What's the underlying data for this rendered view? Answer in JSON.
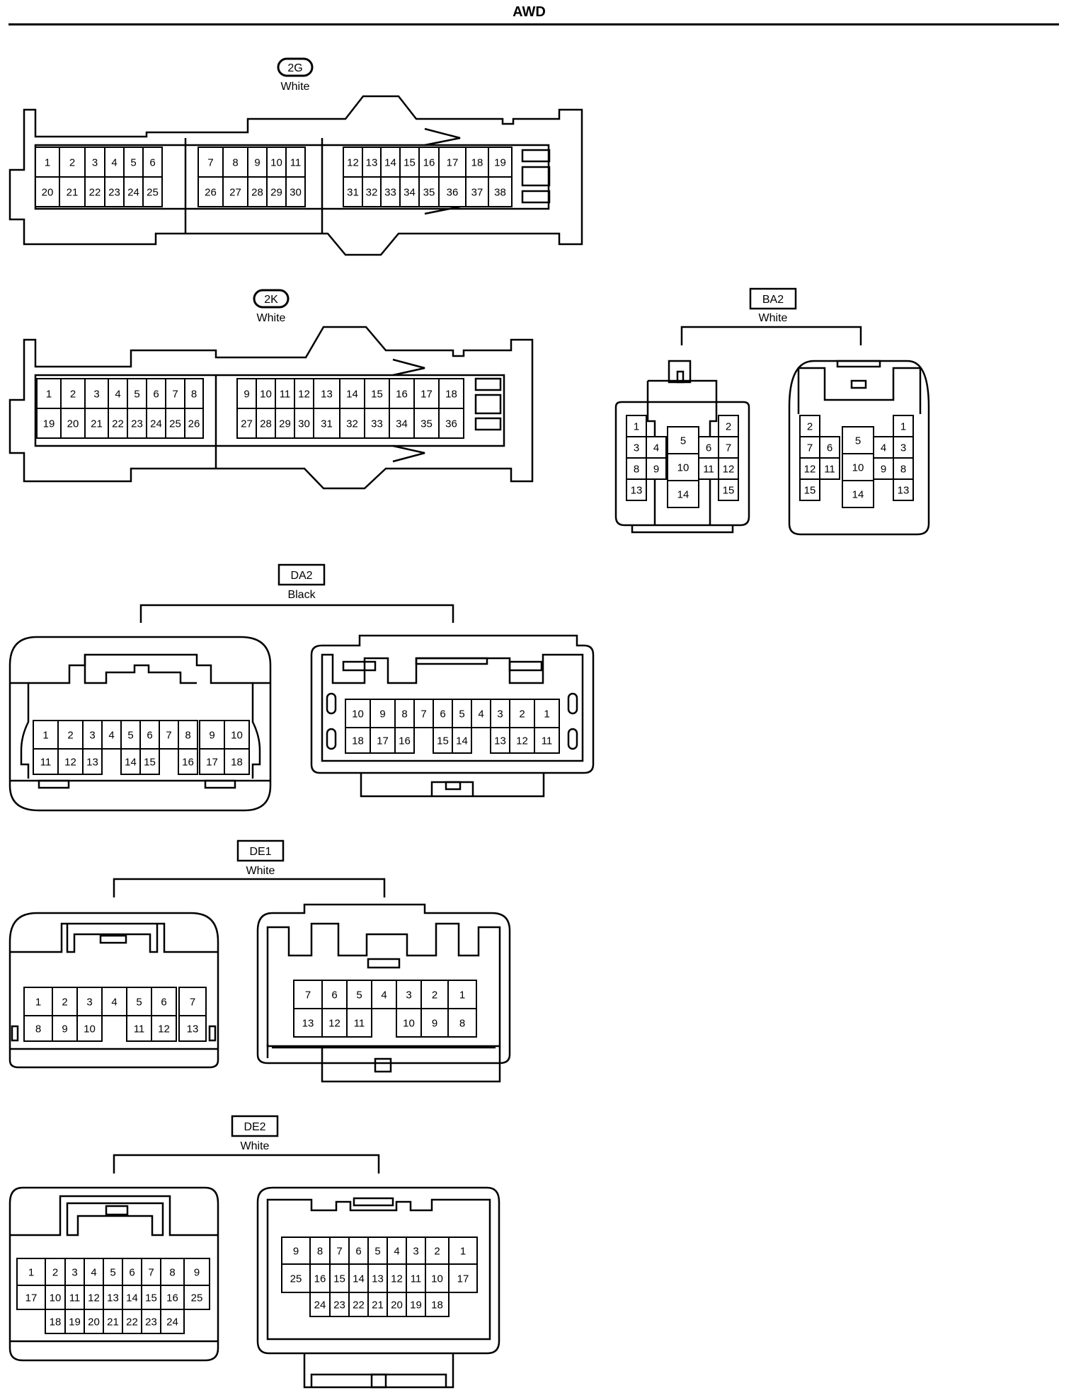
{
  "page": {
    "title": "AWD"
  },
  "connectors": {
    "c2g": {
      "id": "2G",
      "color": "White",
      "top_row": [
        "1",
        "2",
        "3",
        "4",
        "5",
        "6",
        "7",
        "8",
        "9",
        "10",
        "11",
        "12",
        "13",
        "14",
        "15",
        "16",
        "17",
        "18",
        "19"
      ],
      "bottom_row": [
        "20",
        "21",
        "22",
        "23",
        "24",
        "25",
        "26",
        "27",
        "28",
        "29",
        "30",
        "31",
        "32",
        "33",
        "34",
        "35",
        "36",
        "37",
        "38"
      ]
    },
    "c2k": {
      "id": "2K",
      "color": "White",
      "top_row": [
        "1",
        "2",
        "3",
        "4",
        "5",
        "6",
        "7",
        "8",
        "9",
        "10",
        "11",
        "12",
        "13",
        "14",
        "15",
        "16",
        "17",
        "18"
      ],
      "bottom_row": [
        "19",
        "20",
        "21",
        "22",
        "23",
        "24",
        "25",
        "26",
        "27",
        "28",
        "29",
        "30",
        "31",
        "32",
        "33",
        "34",
        "35",
        "36"
      ]
    },
    "ba2": {
      "id": "BA2",
      "color": "White",
      "left_pins": [
        "1",
        "2",
        "3",
        "4",
        "6",
        "7",
        "8",
        "9",
        "11",
        "12",
        "13",
        "15",
        "5",
        "10",
        "14"
      ],
      "right_pins": [
        "2",
        "1",
        "7",
        "6",
        "4",
        "3",
        "12",
        "11",
        "9",
        "8",
        "15",
        "13",
        "5",
        "10",
        "14"
      ]
    },
    "da2": {
      "id": "DA2",
      "color": "Black",
      "left_top": [
        "1",
        "2",
        "3",
        "4",
        "5",
        "6",
        "7",
        "8",
        "9",
        "10"
      ],
      "left_bottom": [
        "11",
        "12",
        "13",
        "14",
        "15",
        "16",
        "17",
        "18"
      ],
      "right_top": [
        "10",
        "9",
        "8",
        "7",
        "6",
        "5",
        "4",
        "3",
        "2",
        "1"
      ],
      "right_bottom": [
        "18",
        "17",
        "16",
        "15",
        "14",
        "13",
        "12",
        "11"
      ]
    },
    "de1": {
      "id": "DE1",
      "color": "White",
      "left_top": [
        "1",
        "2",
        "3",
        "4",
        "5",
        "6",
        "7"
      ],
      "left_bottom": [
        "8",
        "9",
        "10",
        "11",
        "12",
        "13"
      ],
      "right_top": [
        "7",
        "6",
        "5",
        "4",
        "3",
        "2",
        "1"
      ],
      "right_bottom": [
        "13",
        "12",
        "11",
        "10",
        "9",
        "8"
      ]
    },
    "de2": {
      "id": "DE2",
      "color": "White",
      "left_row1": [
        "1",
        "2",
        "3",
        "4",
        "5",
        "6",
        "7",
        "8",
        "9"
      ],
      "left_row2": [
        "17",
        "10",
        "11",
        "12",
        "13",
        "14",
        "15",
        "16",
        "25"
      ],
      "left_row3": [
        "18",
        "19",
        "20",
        "21",
        "22",
        "23",
        "24"
      ],
      "right_row1": [
        "9",
        "8",
        "7",
        "6",
        "5",
        "4",
        "3",
        "2",
        "1"
      ],
      "right_row2": [
        "25",
        "16",
        "15",
        "14",
        "13",
        "12",
        "11",
        "10",
        "17"
      ],
      "right_row3": [
        "24",
        "23",
        "22",
        "21",
        "20",
        "19",
        "18"
      ]
    }
  }
}
